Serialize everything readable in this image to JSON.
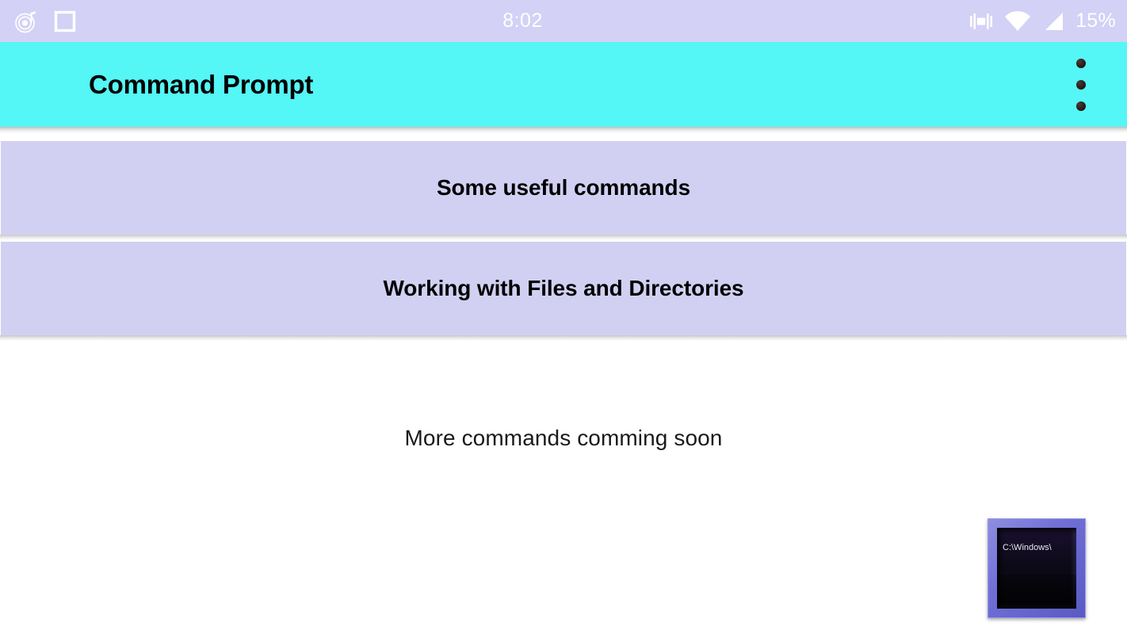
{
  "status_bar": {
    "clock": "8:02",
    "battery_percent": "15%",
    "icons": {
      "left": [
        "music-disc-icon",
        "square-app-icon"
      ],
      "right": [
        "vibrate-icon",
        "wifi-icon",
        "cellular-signal-icon"
      ]
    },
    "background_color": "#d3d1f5",
    "text_color": "#ffffff"
  },
  "app_bar": {
    "title": "Command Prompt",
    "background_color": "#55f6f6",
    "title_color": "#000000",
    "overflow_menu": "overflow-menu-icon"
  },
  "cards": [
    {
      "label": "Some useful commands"
    },
    {
      "label": "Working with Files and Directories"
    }
  ],
  "card_style": {
    "background_color": "#d2d0f2",
    "text_color": "#000000"
  },
  "body": {
    "coming_soon_note": "More commands comming soon"
  },
  "thumbnail": {
    "name": "command-prompt-icon",
    "path_text": "C:\\Windows\\",
    "frame_color": "#6f6fd6",
    "screen_color": "#0a0a14"
  }
}
